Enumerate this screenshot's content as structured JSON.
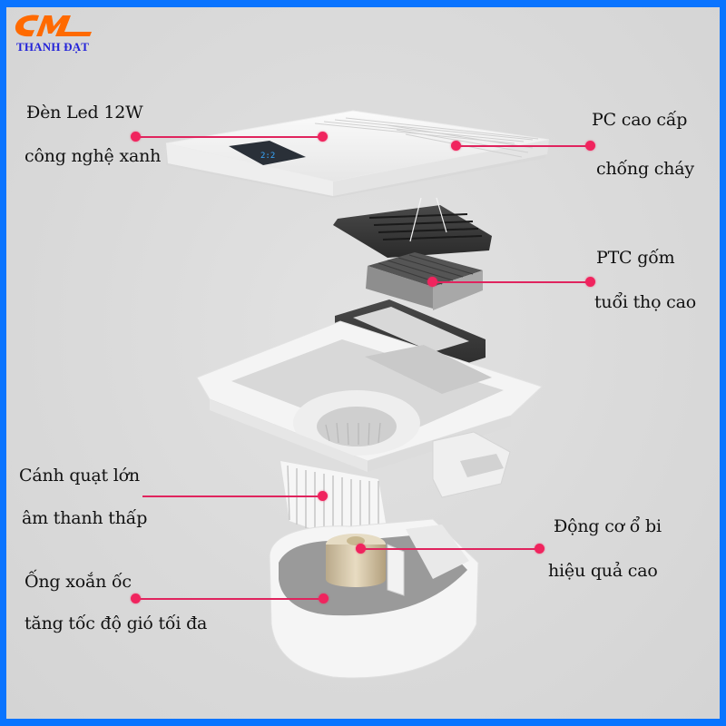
{
  "brand": {
    "logo_mark": "CML",
    "logo_text": "THANH ĐẠT",
    "logo_color": "#ff6a00",
    "text_color": "#2424d8"
  },
  "frame": {
    "border_color": "#0a74ff",
    "background": "#dadada"
  },
  "callout_color": "#f0245e",
  "labels": {
    "led": {
      "line1": "Đèn Led 12W",
      "line2": "công nghệ xanh"
    },
    "pc": {
      "line1": "PC cao cấp",
      "line2": "chống cháy"
    },
    "ptc": {
      "line1": "PTC gốm",
      "line2": "tuổi thọ cao"
    },
    "fan": {
      "line1": "Cánh quạt lớn",
      "line2": "âm thanh thấp"
    },
    "motor": {
      "line1": "Động cơ ổ bi",
      "line2": "hiệu quả cao"
    },
    "spiral": {
      "line1": "Ống xoắn ốc",
      "line2": "tăng tốc độ gió tối đa"
    }
  },
  "product": {
    "name": "exploded-view-ceiling-heater-fan",
    "display_digits": "2:2"
  }
}
